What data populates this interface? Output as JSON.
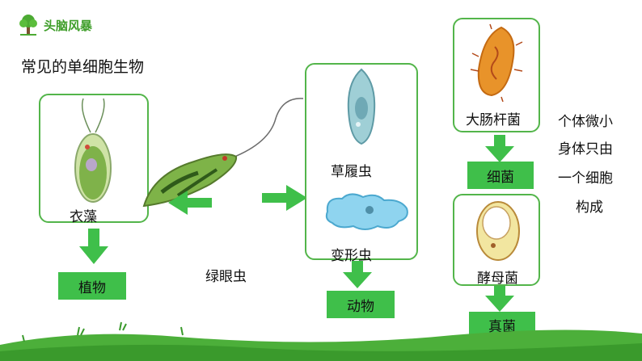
{
  "header": {
    "title": "头脑风暴",
    "icon": "tree-icon",
    "color": "#3f9e2a"
  },
  "subtitle": "常见的单细胞生物",
  "colors": {
    "accent_green": "#3fbf4a",
    "panel_border": "#53b54a"
  },
  "plants": {
    "organism": "衣藻",
    "category": "植物"
  },
  "euglena": {
    "name": "绿眼虫"
  },
  "animals": {
    "organisms": [
      "草履虫",
      "变形虫"
    ],
    "category": "动物"
  },
  "bacteria": {
    "organism": "大肠杆菌",
    "category": "细菌"
  },
  "fungi": {
    "organism": "酵母菌",
    "category": "真菌"
  },
  "note": {
    "lines": [
      "个体微小",
      "身体只由",
      "一个细胞",
      "构成"
    ]
  }
}
